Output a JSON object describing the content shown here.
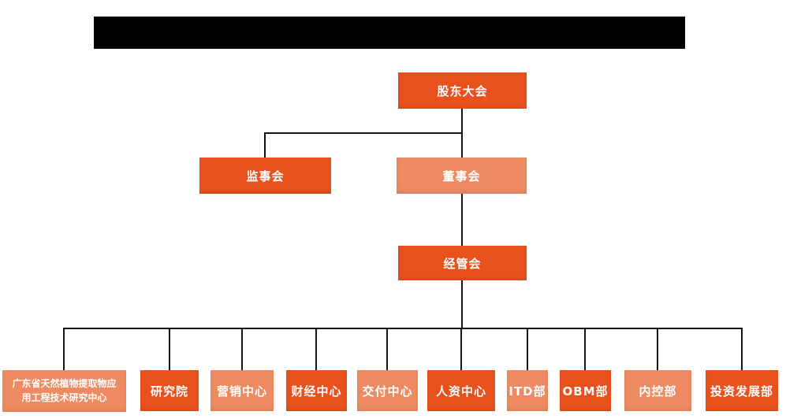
{
  "page": {
    "background_color": "#ffffff",
    "title_bar": {
      "type": "redacted-black-bar",
      "color": "#000000"
    }
  },
  "colors": {
    "node_primary": "#e8511c",
    "node_secondary": "#ee8a61",
    "connector": "#141414",
    "node_text": "#ffffff"
  },
  "org_chart": {
    "root": {
      "label": "股东大会",
      "variant": "primary"
    },
    "level2": [
      {
        "label": "监事会",
        "variant": "primary"
      },
      {
        "label": "董事会",
        "variant": "secondary"
      }
    ],
    "level3": {
      "label": "经管会",
      "variant": "primary"
    },
    "departments": [
      {
        "label": "广东省天然植物提取物应用工程技术研究中心",
        "variant": "secondary"
      },
      {
        "label": "研究院",
        "variant": "primary"
      },
      {
        "label": "营销中心",
        "variant": "secondary"
      },
      {
        "label": "财经中心",
        "variant": "primary"
      },
      {
        "label": "交付中心",
        "variant": "secondary"
      },
      {
        "label": "人资中心",
        "variant": "primary"
      },
      {
        "label": "ITD部",
        "variant": "secondary"
      },
      {
        "label": "OBM部",
        "variant": "primary"
      },
      {
        "label": "内控部",
        "variant": "secondary"
      },
      {
        "label": "投资发展部",
        "variant": "primary"
      }
    ]
  }
}
